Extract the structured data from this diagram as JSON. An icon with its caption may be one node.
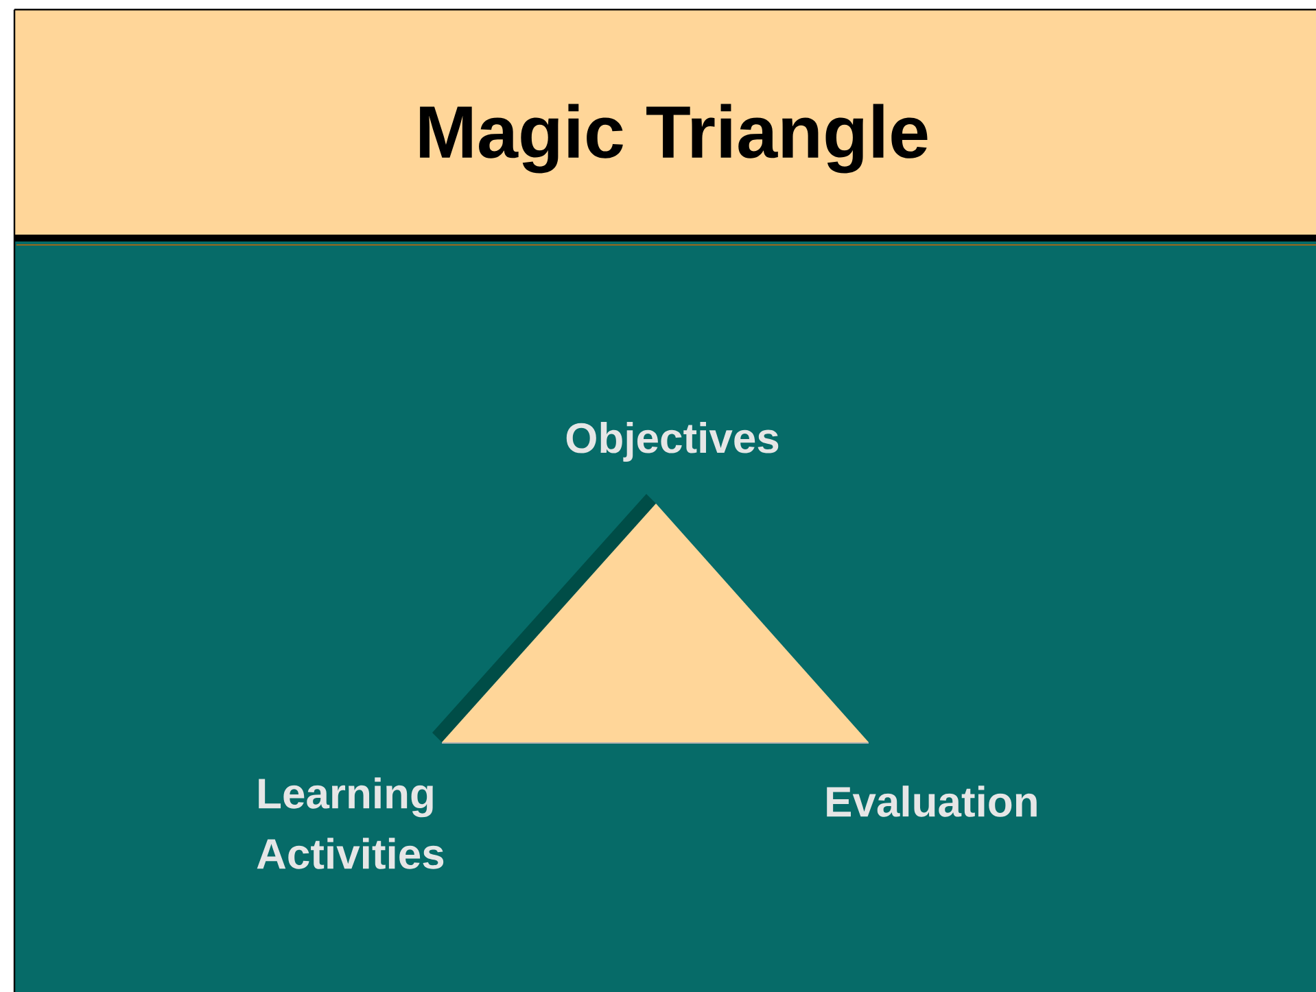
{
  "diagram": {
    "title": "Magic Triangle",
    "labels": [
      "Objectives",
      "Learning Activities",
      "Evaluation"
    ]
  }
}
